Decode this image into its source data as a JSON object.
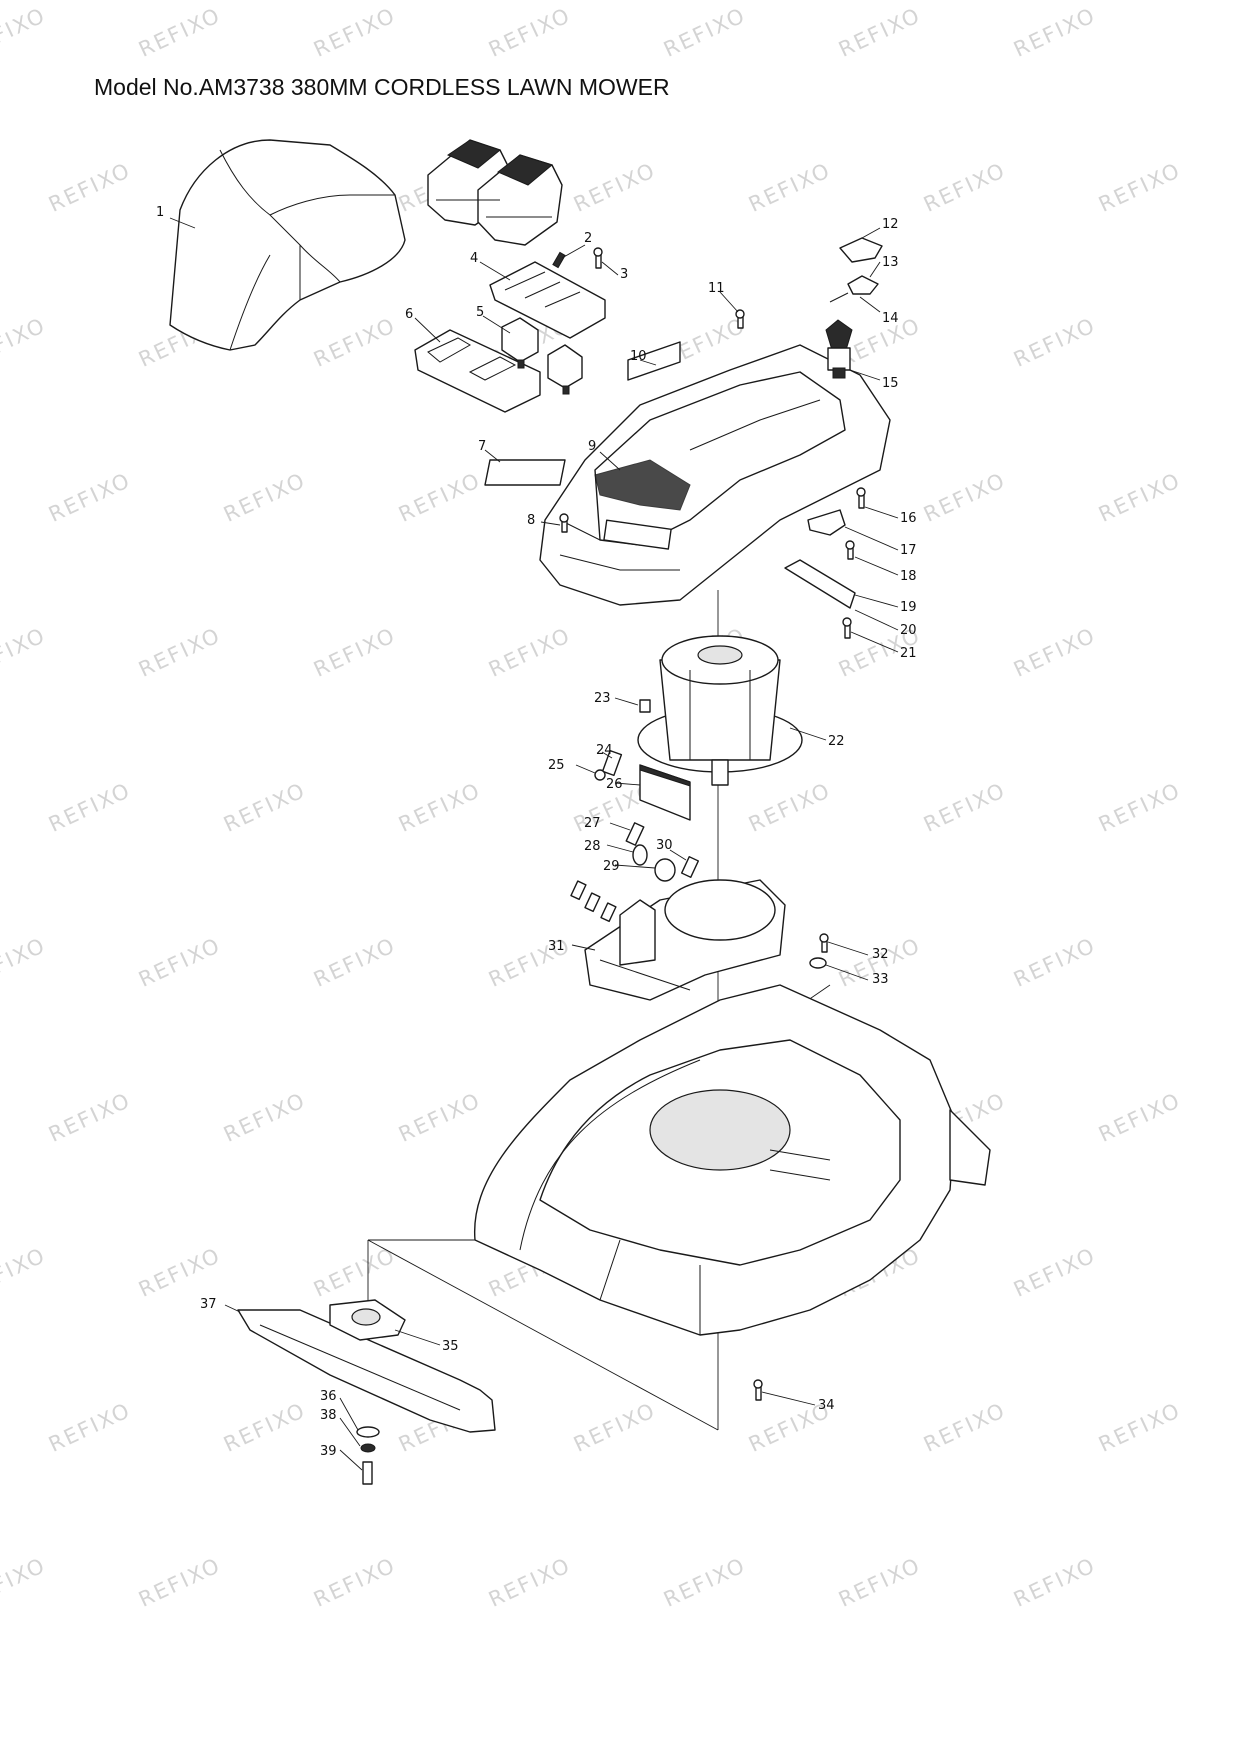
{
  "title": "Model No.AM3738 380MM CORDLESS LAWN MOWER",
  "watermark": "REFIXO",
  "callouts": [
    "1",
    "2",
    "3",
    "4",
    "5",
    "6",
    "7",
    "8",
    "9",
    "10",
    "11",
    "12",
    "13",
    "14",
    "15",
    "16",
    "17",
    "18",
    "19",
    "20",
    "21",
    "22",
    "23",
    "24",
    "25",
    "26",
    "27",
    "28",
    "29",
    "30",
    "31",
    "32",
    "33",
    "34",
    "35",
    "36",
    "37",
    "38",
    "39"
  ]
}
